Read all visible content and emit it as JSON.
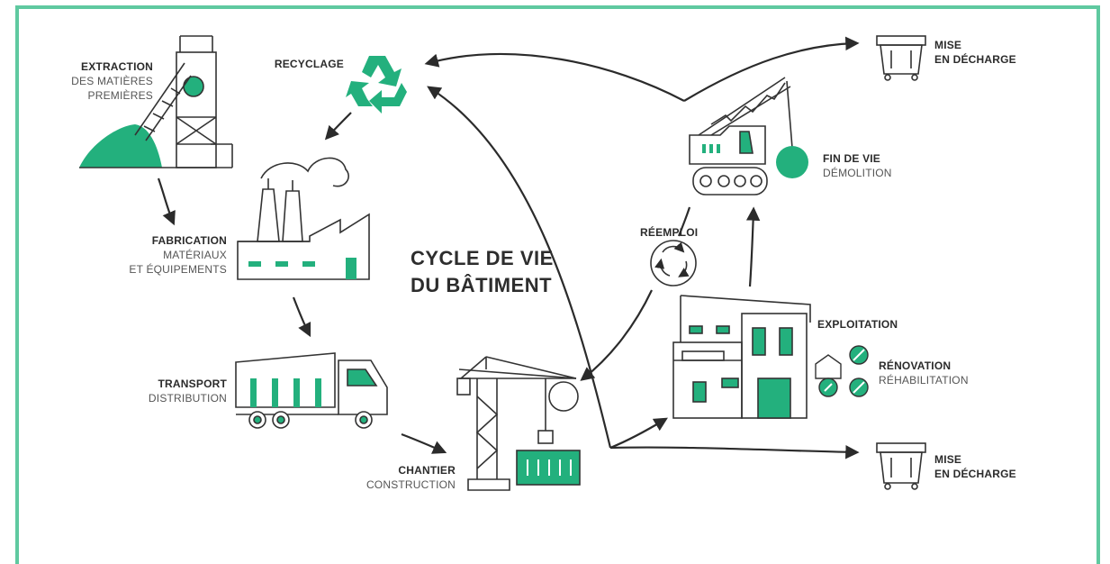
{
  "title": {
    "line1": "CYCLE DE VIE",
    "line2": "DU BÂTIMENT"
  },
  "accent_color": "#23b07d",
  "border_color": "#5fc9a0",
  "nodes": {
    "extraction": {
      "label": "EXTRACTION",
      "sub1": "DES MATIÈRES",
      "sub2": "PREMIÈRES",
      "icon": "mine-headframe-icon"
    },
    "recyclage": {
      "label": "RECYCLAGE",
      "icon": "recycle-icon"
    },
    "fabrication": {
      "label": "FABRICATION",
      "sub1": "MATÉRIAUX",
      "sub2": "ET ÉQUIPEMENTS",
      "icon": "factory-icon"
    },
    "transport": {
      "label": "TRANSPORT",
      "sub1": "DISTRIBUTION",
      "icon": "truck-icon"
    },
    "chantier": {
      "label": "CHANTIER",
      "sub1": "CONSTRUCTION",
      "icon": "crane-icon"
    },
    "reemploi": {
      "label": "RÉEMPLOI",
      "icon": "reuse-cycle-icon"
    },
    "exploitation": {
      "label": "EXPLOITATION",
      "icon": "building-icon"
    },
    "renovation": {
      "label": "RÉNOVATION",
      "sub1": "RÉHABILITATION",
      "icon": "tools-icon"
    },
    "fin_de_vie": {
      "label": "FIN DE VIE",
      "sub1": "DÉMOLITION",
      "icon": "demolition-crane-icon"
    },
    "decharge_top": {
      "label1": "MISE",
      "label2": "EN DÉCHARGE",
      "icon": "dumpster-icon"
    },
    "decharge_bottom": {
      "label1": "MISE",
      "label2": "EN DÉCHARGE",
      "icon": "dumpster-icon"
    }
  }
}
